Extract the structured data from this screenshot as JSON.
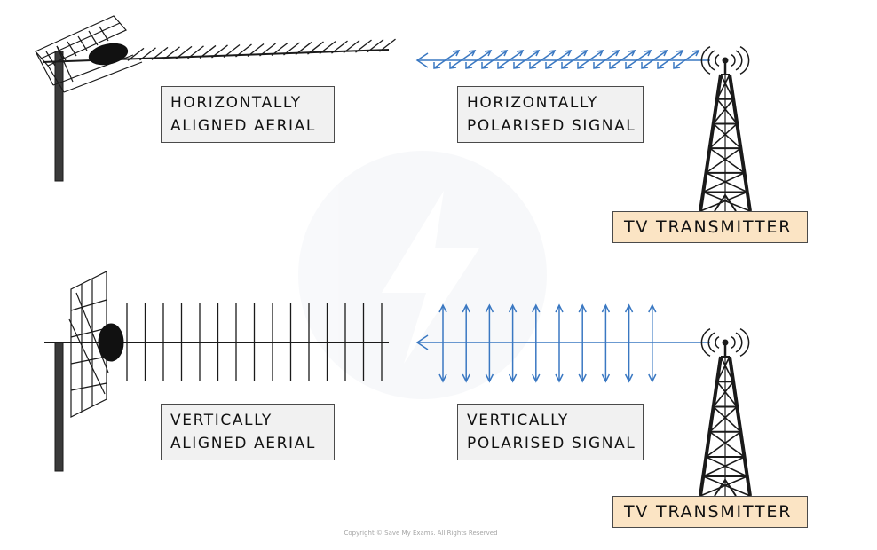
{
  "panels": {
    "horizontal": {
      "aerial_label": [
        "HORIZONTALLY",
        "ALIGNED  AERIAL"
      ],
      "signal_label": [
        "HORIZONTALLY",
        "POLARISED  SIGNAL"
      ],
      "transmitter_label": "TV  TRANSMITTER"
    },
    "vertical": {
      "aerial_label": [
        "VERTICALLY",
        "ALIGNED  AERIAL"
      ],
      "signal_label": [
        "VERTICALLY",
        "POLARISED  SIGNAL"
      ],
      "transmitter_label": "TV  TRANSMITTER"
    }
  },
  "footer": {
    "copyright": "Copyright © Save My Exams. All Rights Reserved"
  },
  "colors": {
    "signal": "#3a78c2",
    "aerial": "#1a1a1a",
    "label_fill": "#f1f1f1",
    "transmitter_fill": "#fbe4c4"
  },
  "icons": {
    "aerial": "yagi-aerial-icon",
    "tower": "transmitter-tower-icon",
    "waves": "radio-waves-icon"
  }
}
